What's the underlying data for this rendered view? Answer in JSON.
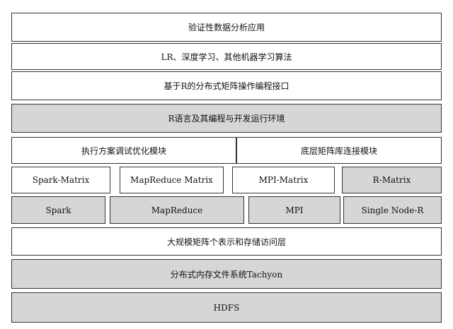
{
  "colors": {
    "white_fill": "#ffffff",
    "gray_fill": "#d6d6d6",
    "border": "#333333"
  },
  "layers": {
    "app": "验证性数据分析应用",
    "algorithms": "LR、深度学习、其他机器学习算法",
    "programming_interface": "基于R的分布式矩阵操作编程接口",
    "r_environment": "R语言及其编程与开发运行环境",
    "optimizer": "执行方案调试优化模块",
    "connector": "底层矩阵库连接模块",
    "matrix_libs": [
      "Spark-Matrix",
      "MapReduce Matrix",
      "MPI-Matrix",
      "R-Matrix"
    ],
    "engines": [
      "Spark",
      "MapReduce",
      "MPI",
      "Single Node-R"
    ],
    "storage_access": "大规模矩阵个表示和存储访问层",
    "memory_fs": "分布式内存文件系统Tachyon",
    "hdfs": "HDFS"
  }
}
